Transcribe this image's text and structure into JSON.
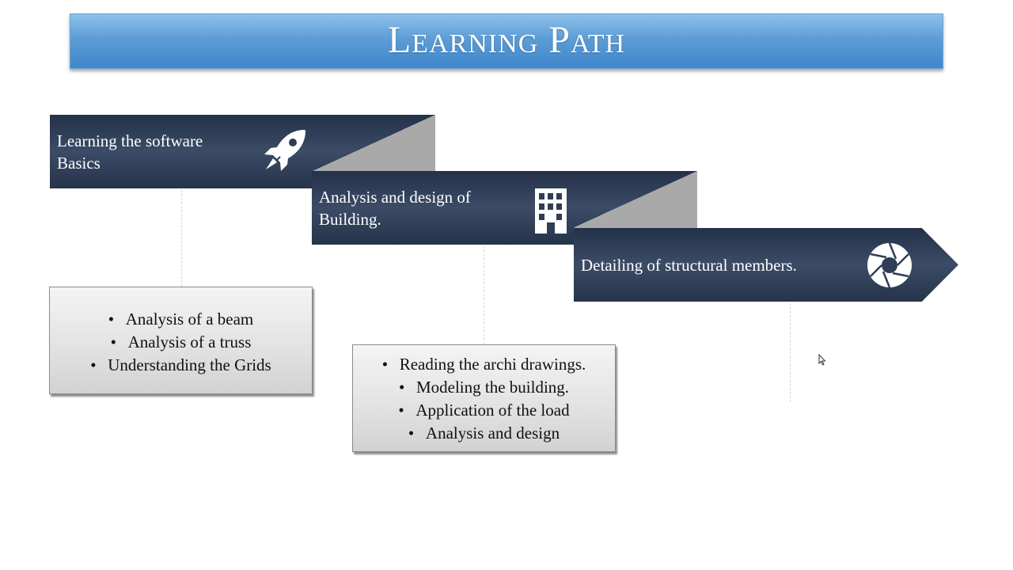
{
  "title": "Learning Path",
  "colors": {
    "title_bar": "#5d9dd6",
    "band": "#2f3e56",
    "fold": "#a9a9a9",
    "list_box": "#e3e3e3"
  },
  "steps": [
    {
      "label_line1": "Learning the software",
      "label_line2": "Basics",
      "icon": "rocket-icon",
      "items": [
        "Analysis of a beam",
        "Analysis of a truss",
        "Understanding the Grids"
      ]
    },
    {
      "label_line1": "Analysis and design of",
      "label_line2": "Building.",
      "icon": "building-icon",
      "items": [
        "Reading the archi drawings.",
        "Modeling the building.",
        "Application of the load",
        "Analysis and design"
      ]
    },
    {
      "label_line1": "Detailing of structural members.",
      "icon": "aperture-icon",
      "items": []
    }
  ],
  "bullet_char": "•"
}
